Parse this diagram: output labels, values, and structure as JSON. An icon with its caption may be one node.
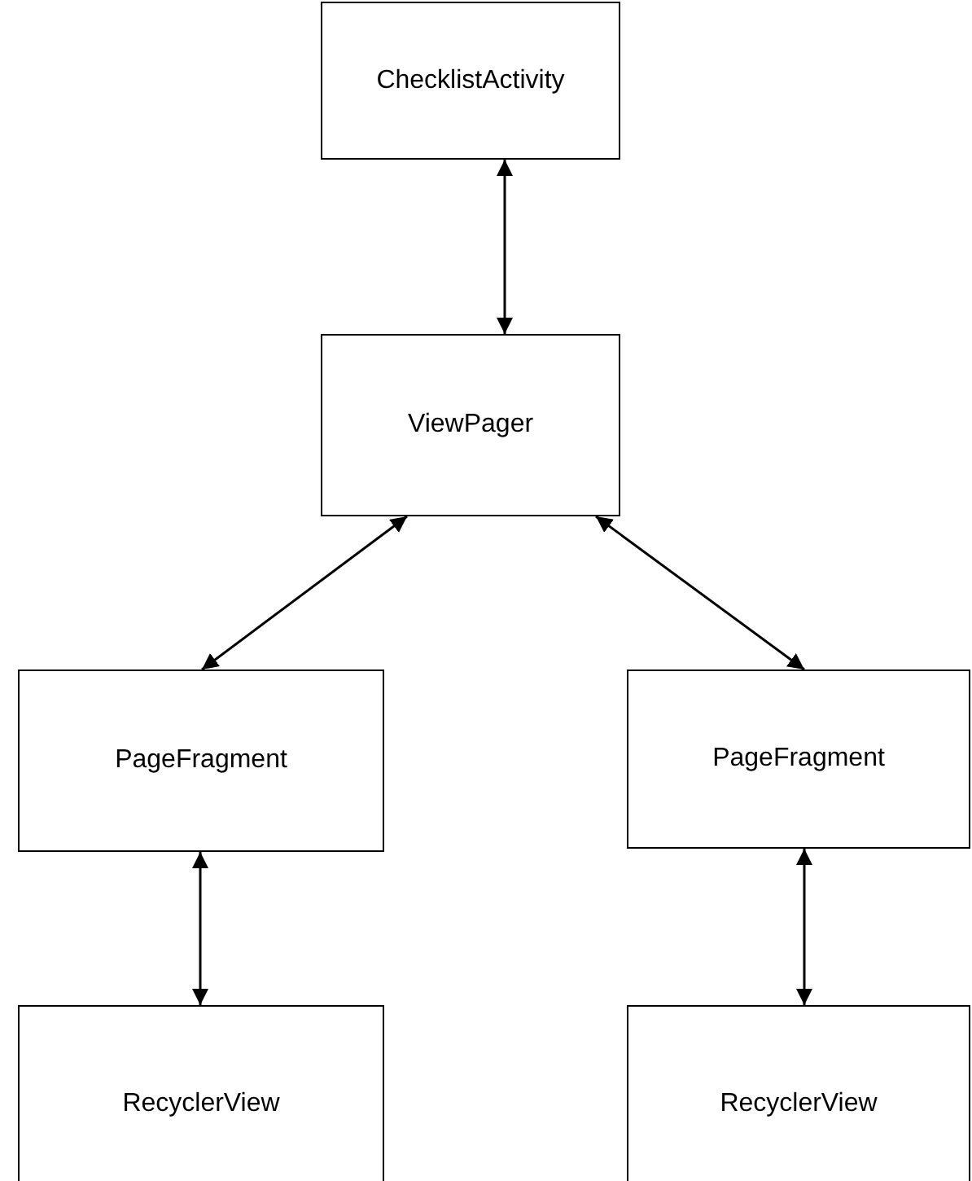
{
  "diagram": {
    "nodes": [
      {
        "text": [
          "ChecklistActivity"
        ]
      },
      {
        "text": [
          "ViewPager"
        ]
      },
      {
        "text": [
          "PageFragment"
        ]
      },
      {
        "text": [
          "PageFragment"
        ]
      },
      {
        "text": [
          "RecyclerView"
        ]
      },
      {
        "text": [
          "RecyclerView"
        ]
      }
    ],
    "edges": [
      {
        "from": 0,
        "to": 1,
        "arrow": "both"
      },
      {
        "from": 1,
        "to": 2,
        "arrow": "both"
      },
      {
        "from": 1,
        "to": 3,
        "arrow": "both"
      },
      {
        "from": 2,
        "to": 4,
        "arrow": "both"
      },
      {
        "from": 3,
        "to": 5,
        "arrow": "both"
      }
    ]
  }
}
